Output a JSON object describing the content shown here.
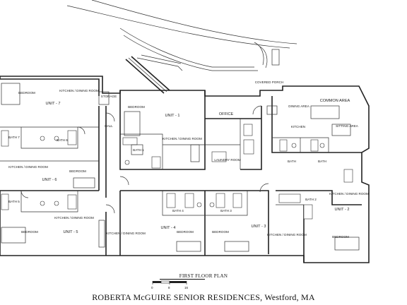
{
  "titles": {
    "plan": "FIRST FLOOR PLAN",
    "project": "ROBERTA McGUIRE SENIOR RESIDENCES, Westford, MA"
  },
  "scale": {
    "marks": [
      "0",
      "8",
      "16"
    ]
  },
  "rooms": {
    "unit7": {
      "name": "UNIT - 7",
      "bedroom": "BEDROOM",
      "kitchen": "KITCHEN / DINING ROOM",
      "bath": "BATH 7"
    },
    "unit6": {
      "name": "UNIT - 6",
      "bedroom": "BEDROOM",
      "kitchen": "KITCHEN / DINING ROOM",
      "bath": "BATH 6"
    },
    "unit5": {
      "name": "UNIT - 5",
      "bedroom": "BEDROOM",
      "kitchen": "KITCHEN / DINING ROOM",
      "bath": "BATH 5"
    },
    "unit4": {
      "name": "UNIT - 4",
      "bedroom": "BEDROOM",
      "kitchen": "KITCHEN / DINING ROOM",
      "bath": "BATH 4"
    },
    "unit3": {
      "name": "UNIT - 3",
      "bedroom": "BEDROOM",
      "kitchen": "KITCHEN / DINING ROOM",
      "bath": "BATH 3"
    },
    "unit2": {
      "name": "UNIT - 2",
      "bedroom": "BEDROOM",
      "kitchen": "KITCHEN / DINING ROOM",
      "bath": "BATH 2"
    },
    "unit1": {
      "name": "UNIT - 1",
      "bedroom": "BEDROOM",
      "kitchen": "KITCHEN / DINING ROOM",
      "bath": "BATH 1"
    },
    "office": "OFFICE",
    "laundry": "LAUNDRY ROOM",
    "common": {
      "name": "COMMON AREA",
      "dining": "DINING AREA",
      "kitchen": "KITCHEN",
      "sitting": "SITTING AREA",
      "bath_a": "BATH",
      "bath_b": "BATH"
    },
    "hall": "HALL",
    "covered_porch": "COVERED PORCH",
    "storage": "STORAGE"
  }
}
